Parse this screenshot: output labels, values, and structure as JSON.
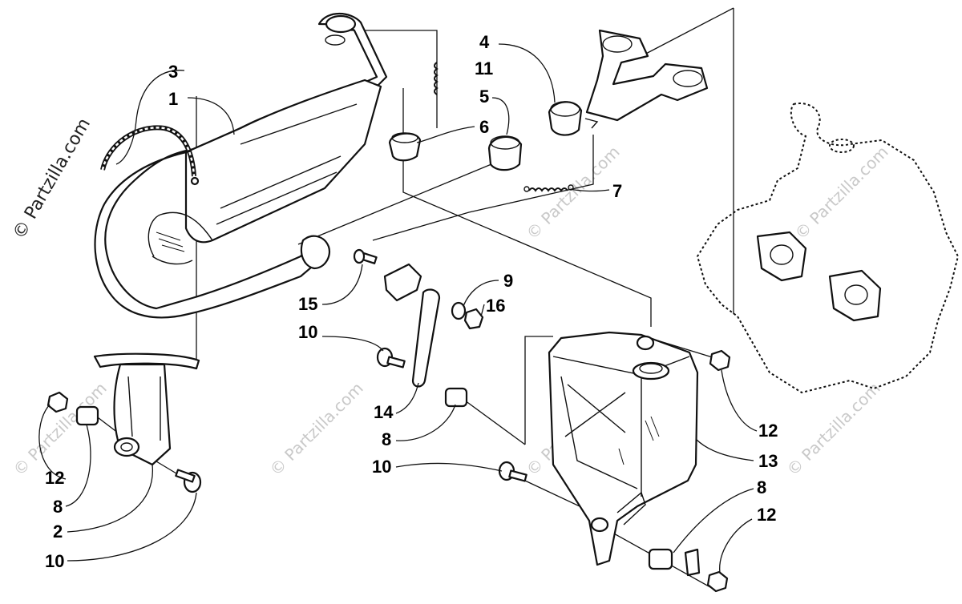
{
  "watermark": {
    "side_text": "© Partzilla.com",
    "tile_text": "© Partzilla.com"
  },
  "callouts": [
    {
      "id": "c3",
      "label": "3"
    },
    {
      "id": "c1",
      "label": "1"
    },
    {
      "id": "c4",
      "label": "4"
    },
    {
      "id": "c11",
      "label": "11"
    },
    {
      "id": "c5",
      "label": "5"
    },
    {
      "id": "c6",
      "label": "6"
    },
    {
      "id": "c7",
      "label": "7"
    },
    {
      "id": "c9",
      "label": "9"
    },
    {
      "id": "c15",
      "label": "15"
    },
    {
      "id": "c16",
      "label": "16"
    },
    {
      "id": "c10a",
      "label": "10"
    },
    {
      "id": "c14",
      "label": "14"
    },
    {
      "id": "c8a",
      "label": "8"
    },
    {
      "id": "c12a",
      "label": "12"
    },
    {
      "id": "c13",
      "label": "13"
    },
    {
      "id": "c10b",
      "label": "10"
    },
    {
      "id": "c8b",
      "label": "8"
    },
    {
      "id": "c12b",
      "label": "12"
    },
    {
      "id": "c12c",
      "label": "12"
    },
    {
      "id": "c8c",
      "label": "8"
    },
    {
      "id": "c2",
      "label": "2"
    },
    {
      "id": "c10c",
      "label": "10"
    }
  ]
}
